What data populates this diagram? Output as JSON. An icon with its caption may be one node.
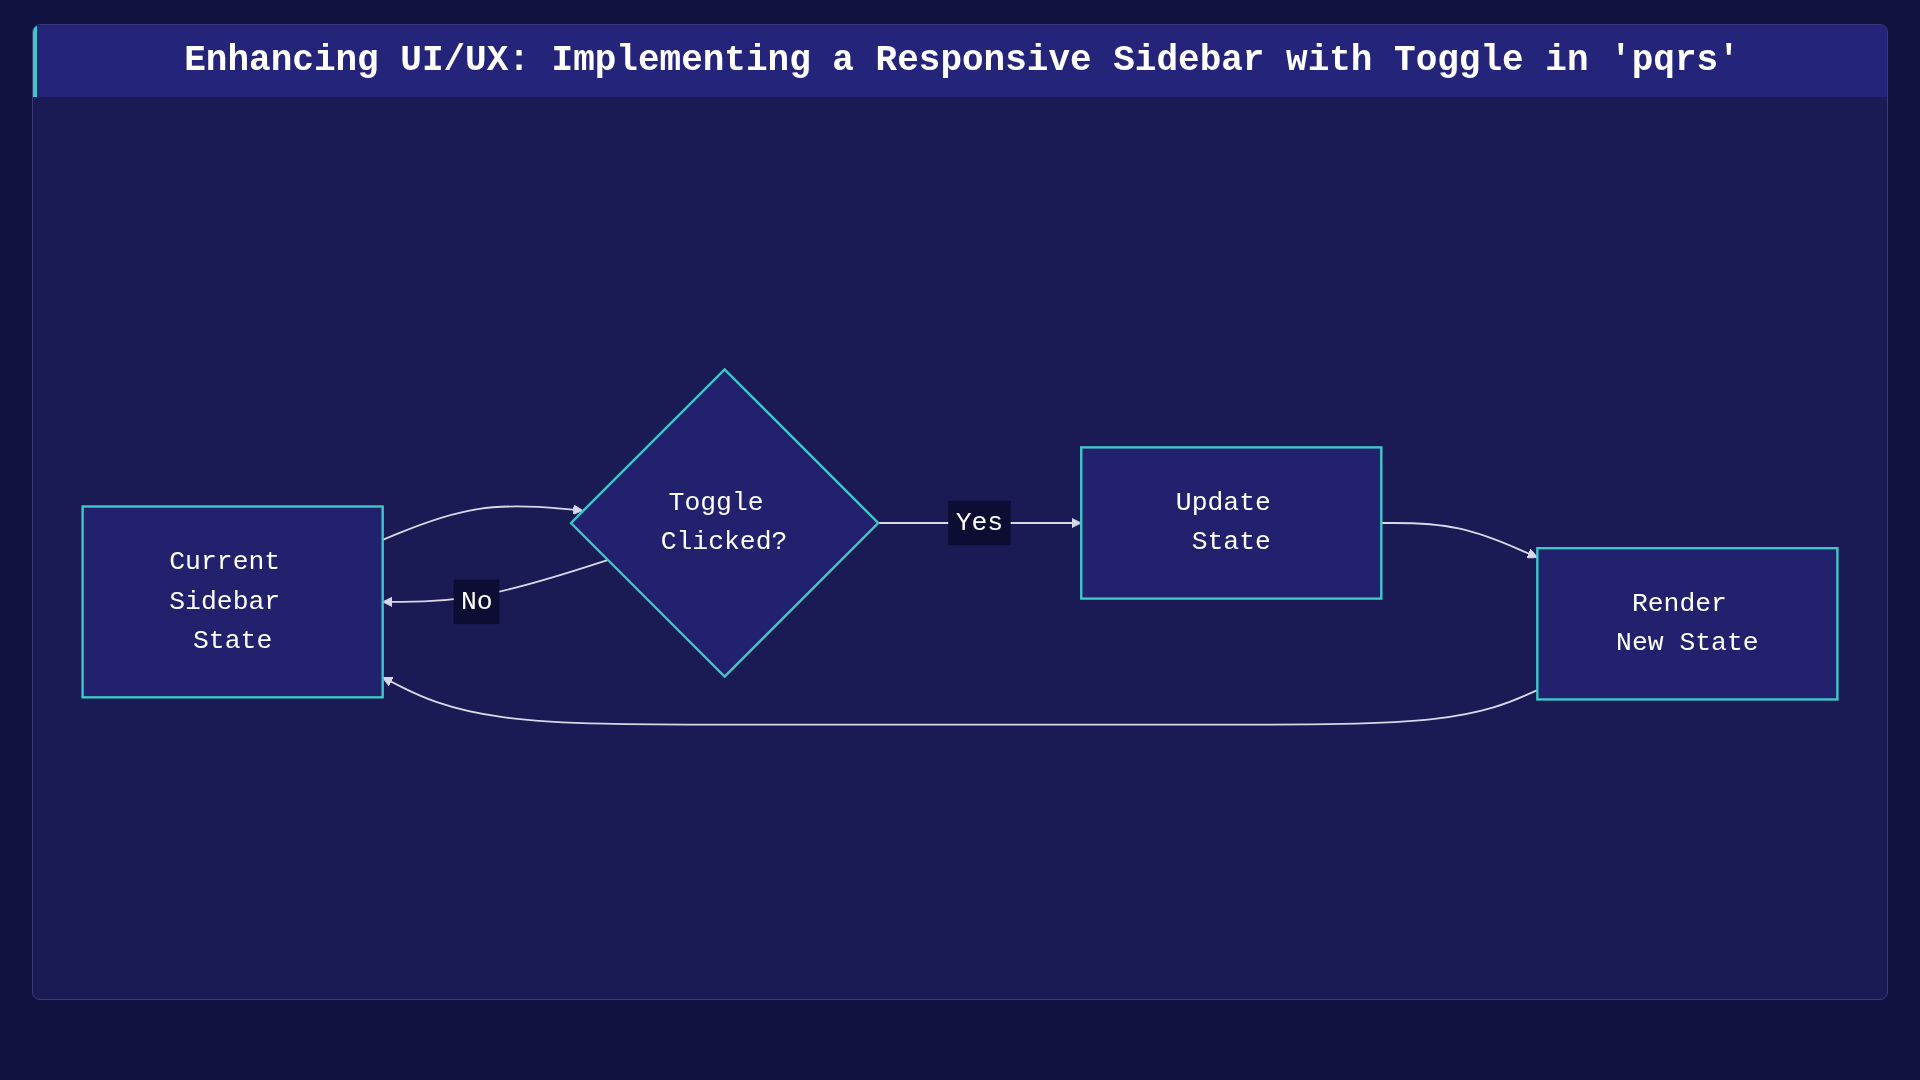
{
  "diagram": {
    "title": "Enhancing UI/UX: Implementing a Responsive Sidebar with Toggle in 'pqrs'",
    "nodes": [
      {
        "text": [
          "Current Sidebar State"
        ]
      },
      {
        "text": [
          "Toggle Clicked?"
        ]
      },
      {
        "text": [
          "Update State"
        ]
      },
      {
        "text": [
          "Render New State"
        ]
      }
    ],
    "edges": [
      {
        "from": 0,
        "to": 1,
        "arrow": "to"
      },
      {
        "from": 1,
        "to": 0,
        "label": "No",
        "arrow": "to"
      },
      {
        "from": 1,
        "to": 2,
        "label": "Yes",
        "arrow": "to"
      },
      {
        "from": 2,
        "to": 3,
        "arrow": "to"
      },
      {
        "from": 3,
        "to": 0,
        "arrow": "to"
      }
    ]
  }
}
